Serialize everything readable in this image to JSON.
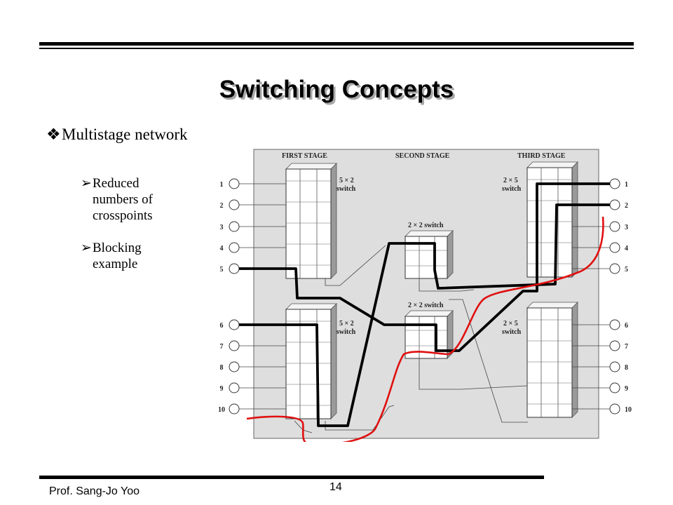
{
  "slide": {
    "title": "Switching Concepts",
    "bullet": {
      "marker": "❖",
      "text": "Multistage network"
    },
    "subbullets": [
      {
        "marker": "➢",
        "text": "Reduced numbers of crosspoints"
      },
      {
        "marker": "➢",
        "text": "Blocking example"
      }
    ]
  },
  "diagram": {
    "stage_labels": [
      "FIRST STAGE",
      "SECOND STAGE",
      "THIRD STAGE"
    ],
    "switch_labels": {
      "first_top": [
        "5 × 2",
        "switch"
      ],
      "first_bottom": [
        "5 × 2",
        "switch"
      ],
      "second_top": "2 × 2 switch",
      "second_bottom": "2 × 2 switch",
      "third_top": [
        "2 × 5",
        "switch"
      ],
      "third_bottom": [
        "2 × 5",
        "switch"
      ]
    },
    "input_ports": [
      "1",
      "2",
      "3",
      "4",
      "5",
      "6",
      "7",
      "8",
      "9",
      "10"
    ],
    "output_ports": [
      "1",
      "2",
      "3",
      "4",
      "5",
      "6",
      "7",
      "8",
      "9",
      "10"
    ],
    "colors": {
      "background": "#dedede",
      "path": "#000000",
      "blocked": "#e01010"
    }
  },
  "footer": {
    "author": "Prof. Sang-Jo Yoo",
    "page_number": "14"
  }
}
